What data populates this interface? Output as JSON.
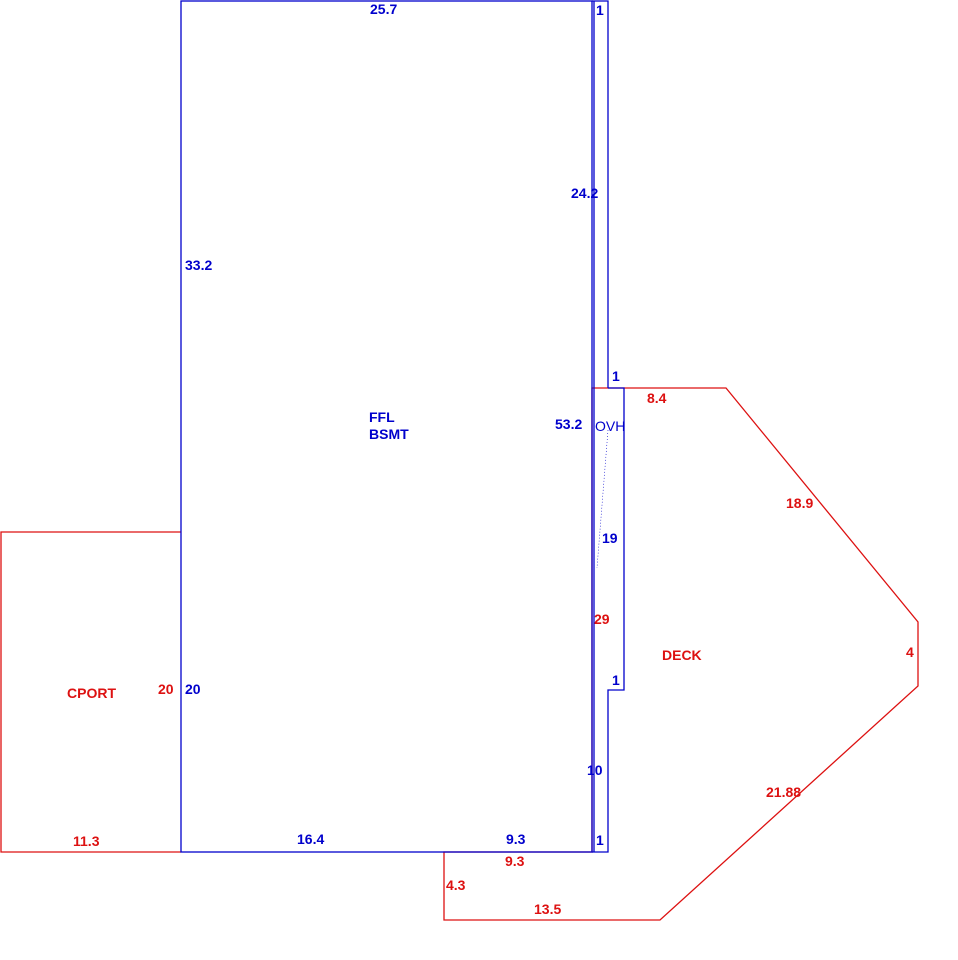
{
  "colors": {
    "blue": "#0000cc",
    "red": "#dd1111",
    "background": "#ffffff"
  },
  "areas": {
    "main": {
      "line1": "FFL",
      "line2": "BSMT"
    },
    "overhang": "OVH",
    "carport": "CPORT",
    "deck": "DECK"
  },
  "dimensions": {
    "blue": {
      "main_top": "25.7",
      "main_left_upper": "33.2",
      "main_left_lower": "20",
      "main_bottom_left": "16.4",
      "main_bottom_right": "9.3",
      "main_right": "53.2",
      "strip_top": "1",
      "strip_side": "24.2",
      "ovh_top": "1",
      "ovh_side": "19",
      "ovh_bottom": "1",
      "strip_lower_side": "10",
      "strip_bottom": "1"
    },
    "red": {
      "carport_right": "20",
      "carport_bottom": "11.3",
      "deck_top": "8.4",
      "deck_upper_diagonal": "18.9",
      "deck_right": "4",
      "deck_lower_diagonal": "21.88",
      "deck_bottom": "13.5",
      "deck_left": "4.3",
      "deck_notch": "9.3",
      "deck_side": "29"
    }
  }
}
